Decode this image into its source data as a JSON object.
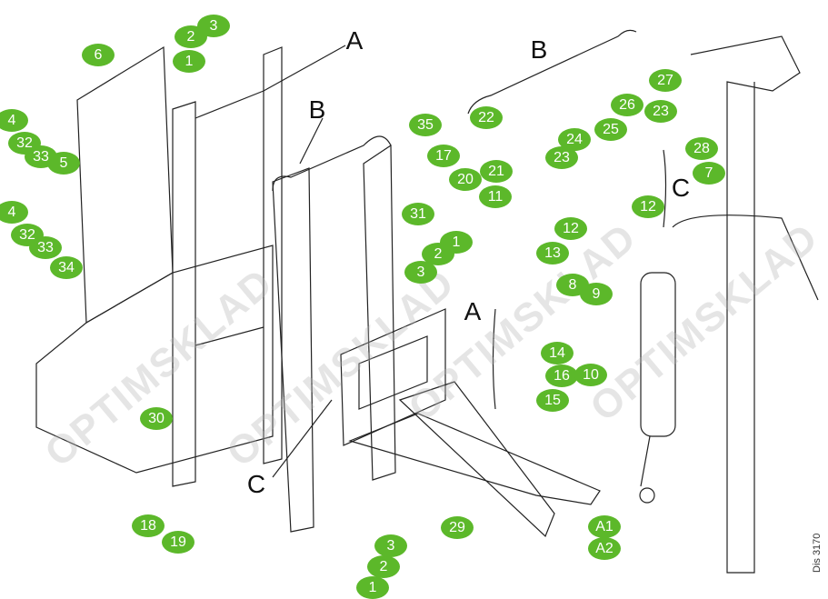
{
  "drawing_code": "Dis 3170",
  "watermark": "OPTIMSKLAD",
  "badge_color": "#5cb82a",
  "callouts": [
    "3",
    "2",
    "1",
    "6",
    "4",
    "32",
    "33",
    "5",
    "4",
    "32",
    "33",
    "34",
    "35",
    "17",
    "20",
    "21",
    "22",
    "11",
    "31",
    "1",
    "2",
    "3",
    "24",
    "23",
    "25",
    "26",
    "23",
    "27",
    "28",
    "7",
    "12",
    "12",
    "13",
    "8",
    "9",
    "14",
    "16",
    "10",
    "15",
    "30",
    "18",
    "19",
    "3",
    "2",
    "1",
    "29",
    "A1",
    "A2"
  ],
  "letters": [
    "A",
    "B",
    "B",
    "C",
    "A",
    "C"
  ]
}
